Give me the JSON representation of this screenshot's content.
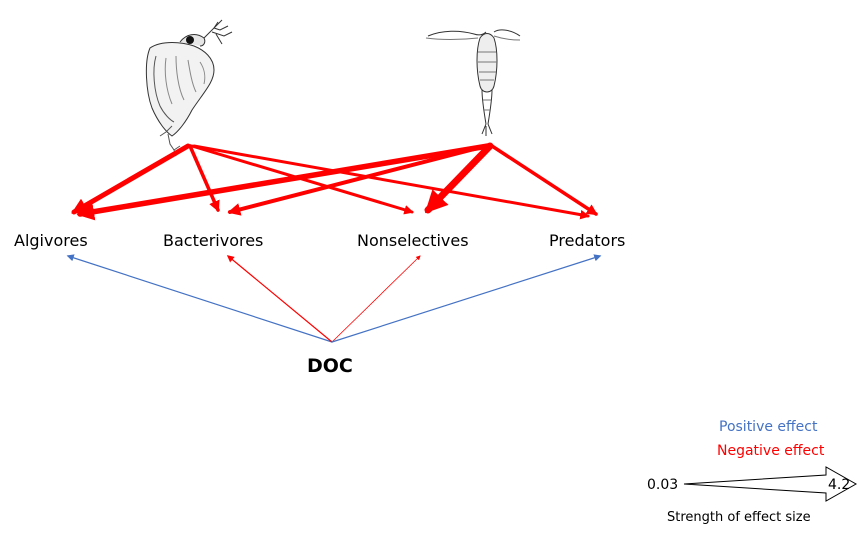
{
  "nodes": {
    "algivores": "Algivores",
    "bacterivores": "Bacterivores",
    "nonselectives": "Nonselectives",
    "predators": "Predators",
    "doc": "DOC"
  },
  "organisms": {
    "left_icon": "daphnia-icon",
    "right_icon": "copepod-icon"
  },
  "effects": [
    {
      "from": "daphnia",
      "to": "algivores",
      "sign": "negative",
      "strength": "strong"
    },
    {
      "from": "daphnia",
      "to": "bacterivores",
      "sign": "negative",
      "strength": "medium"
    },
    {
      "from": "daphnia",
      "to": "nonselectives",
      "sign": "negative",
      "strength": "medium"
    },
    {
      "from": "daphnia",
      "to": "predators",
      "sign": "negative",
      "strength": "medium"
    },
    {
      "from": "copepod",
      "to": "algivores",
      "sign": "negative",
      "strength": "strong"
    },
    {
      "from": "copepod",
      "to": "bacterivores",
      "sign": "negative",
      "strength": "medium"
    },
    {
      "from": "copepod",
      "to": "nonselectives",
      "sign": "negative",
      "strength": "very strong"
    },
    {
      "from": "copepod",
      "to": "predators",
      "sign": "negative",
      "strength": "medium"
    },
    {
      "from": "doc",
      "to": "algivores",
      "sign": "positive",
      "strength": "weak"
    },
    {
      "from": "doc",
      "to": "bacterivores",
      "sign": "negative",
      "strength": "weak"
    },
    {
      "from": "doc",
      "to": "nonselectives",
      "sign": "negative",
      "strength": "very weak"
    },
    {
      "from": "doc",
      "to": "predators",
      "sign": "positive",
      "strength": "weak"
    }
  ],
  "legend": {
    "positive_label": "Positive effect",
    "negative_label": "Negative effect",
    "positive_color": "#4472C4",
    "negative_color": "#FF0000",
    "scale_min": "0.03",
    "scale_max": "4.2",
    "scale_caption": "Strength of effect size"
  }
}
